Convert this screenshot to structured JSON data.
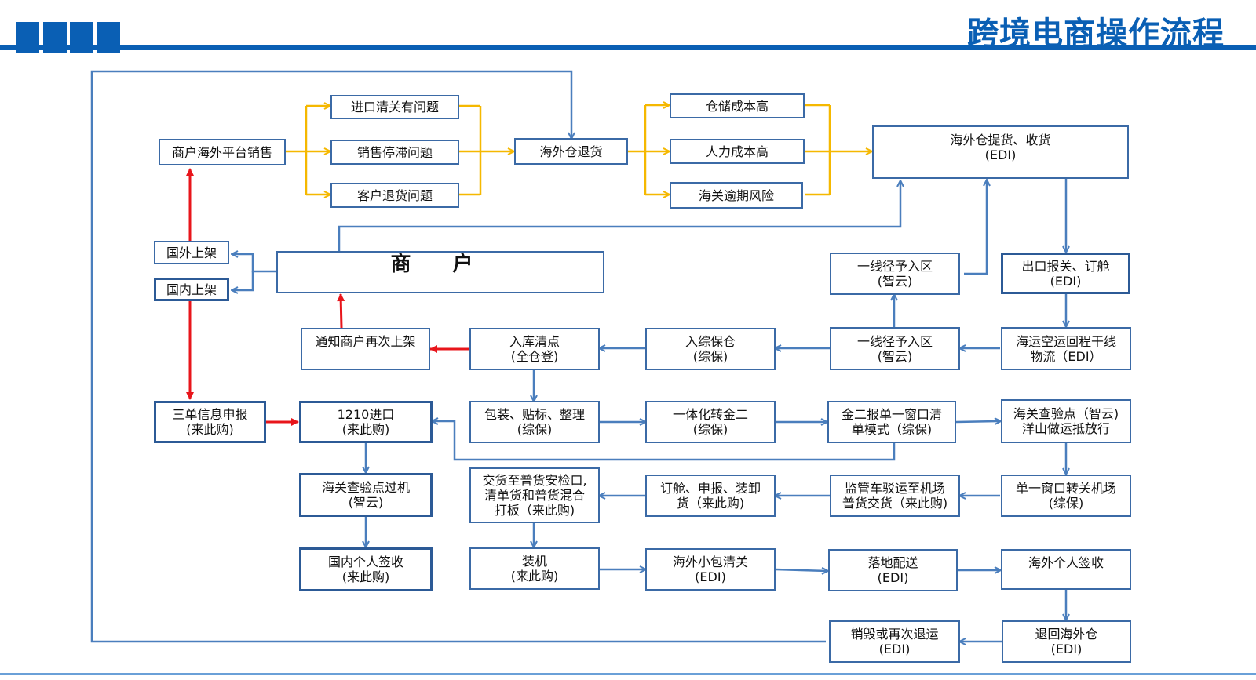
{
  "header": {
    "title": "跨境电商操作流程"
  },
  "colors": {
    "brand": "#0a5fb4",
    "box_border": "#3b6aa6",
    "blue_arrow": "#4a7ebd",
    "yellow_arrow": "#f5b800",
    "red_arrow": "#e8151b"
  },
  "nodes": {
    "merchant_sales": "商户海外平台销售",
    "import_issue": "进口清关有问题",
    "sales_stagnation": "销售停滞问题",
    "customer_return": "客户退货问题",
    "overseas_return": "海外仓退货",
    "storage_cost": "仓储成本高",
    "labor_cost": "人力成本高",
    "customs_overdue": "海关逾期风险",
    "pickup": "海外仓提货、收货\n(EDI)",
    "overseas_shelf": "国外上架",
    "domestic_shelf": "国内上架",
    "merchant": "商 户",
    "line1_upper": "一线径予入区\n(智云)",
    "export_decl": "出口报关、订舱\n(EDI)",
    "notify": "通知商户再次上架",
    "inbound_check": "入库清点\n(全仓登)",
    "bonded_in": "入综保仓\n(综保)",
    "line1_lower": "一线径予入区\n(智云)",
    "sea_air": "海运空运回程干线\n物流（EDI）",
    "three_docs": "三单信息申报\n(来此购)",
    "import1210": "1210进口\n(来此购)",
    "packing": "包装、贴标、整理\n(综保)",
    "integrated": "一体化转金二\n(综保)",
    "jin2": "金二报单一窗口清\n单模式（综保)",
    "customs_point": "海关查验点（智云)\n洋山做运抵放行",
    "customs_machine": "海关查验点过机\n(智云)",
    "general_cargo": "交货至普货安检口,\n清单货和普货混合\n打板（来此购)",
    "booking": "订舱、申报、装卸\n货（来此购)",
    "supervise": "监管车驳运至机场\n普货交货（来此购)",
    "single_window": "单一窗口转关机场\n(综保)",
    "domestic_sign": "国内个人签收\n(来此购)",
    "loading": "装机\n(来此购)",
    "small_parcel": "海外小包清关\n(EDI)",
    "delivery": "落地配送\n(EDI)",
    "overseas_sign": "海外个人签收",
    "destroy": "销毁或再次退运\n(EDI)",
    "return_warehouse": "退回海外仓\n(EDI)"
  }
}
